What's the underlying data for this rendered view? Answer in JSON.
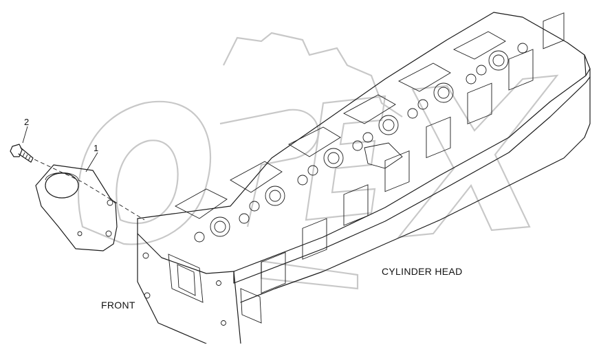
{
  "diagram": {
    "callouts": [
      {
        "number": "1"
      },
      {
        "number": "2"
      }
    ],
    "labels": {
      "cylinder_head": "CYLINDER HEAD",
      "front": "FRONT"
    },
    "watermark": {
      "text": "OPEX",
      "color": "#c8c8c8"
    },
    "line_color": "#1a1a1a",
    "background_color": "#ffffff"
  }
}
